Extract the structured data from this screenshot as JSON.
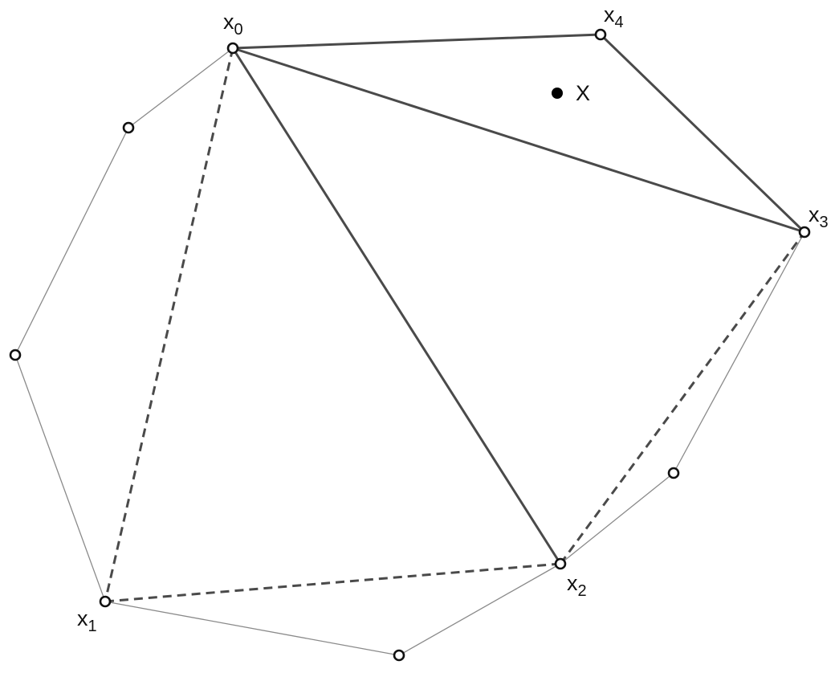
{
  "vertex_labels": {
    "x0": {
      "base": "x",
      "sub": "0"
    },
    "x1": {
      "base": "x",
      "sub": "1"
    },
    "x2": {
      "base": "x",
      "sub": "2"
    },
    "x3": {
      "base": "x",
      "sub": "3"
    },
    "x4": {
      "base": "x",
      "sub": "4"
    }
  },
  "query_label": "X",
  "colors": {
    "hull": "#8a8a8a",
    "edge": "#4a4a4a",
    "vertex_stroke": "#111111",
    "point": "#000000"
  }
}
